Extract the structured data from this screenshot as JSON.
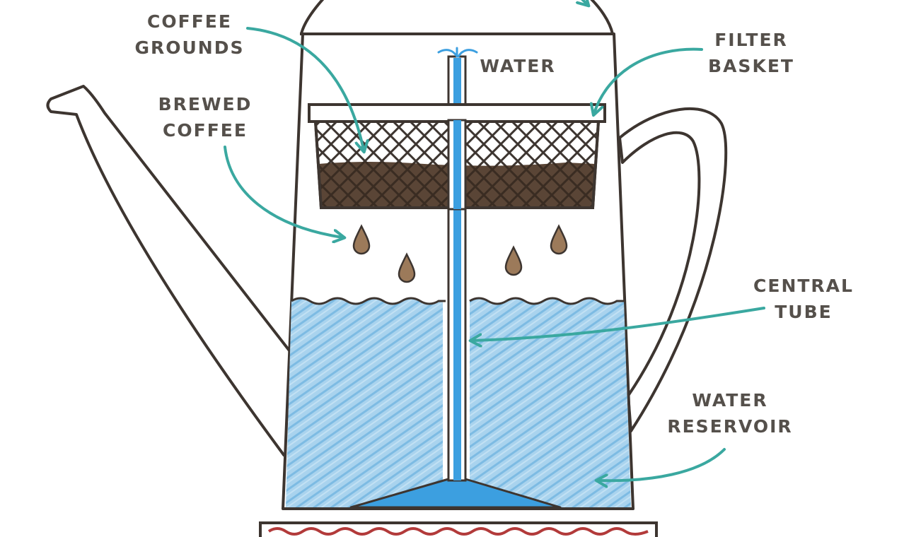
{
  "labels": {
    "coffee_grounds": {
      "line1": "COFFEE",
      "line2": "GROUNDS"
    },
    "brewed_coffee": {
      "line1": "BREWED",
      "line2": "COFFEE"
    },
    "water": {
      "line1": "WATER"
    },
    "filter_basket": {
      "line1": "FILTER",
      "line2": "BASKET"
    },
    "central_tube": {
      "line1": "CENTRAL",
      "line2": "TUBE"
    },
    "water_reservoir": {
      "line1": "WATER",
      "line2": "RESERVOIR"
    }
  },
  "colors": {
    "outline": "#3d3530",
    "arrow": "#3aa8a0",
    "water": "#a9d3ee",
    "water_hatch": "#6fb2df",
    "tube": "#3c9fe0",
    "coffee": "#5a4536",
    "drop": "#9c7a5a",
    "heater": "#b23a3a",
    "text": "#55504b"
  }
}
